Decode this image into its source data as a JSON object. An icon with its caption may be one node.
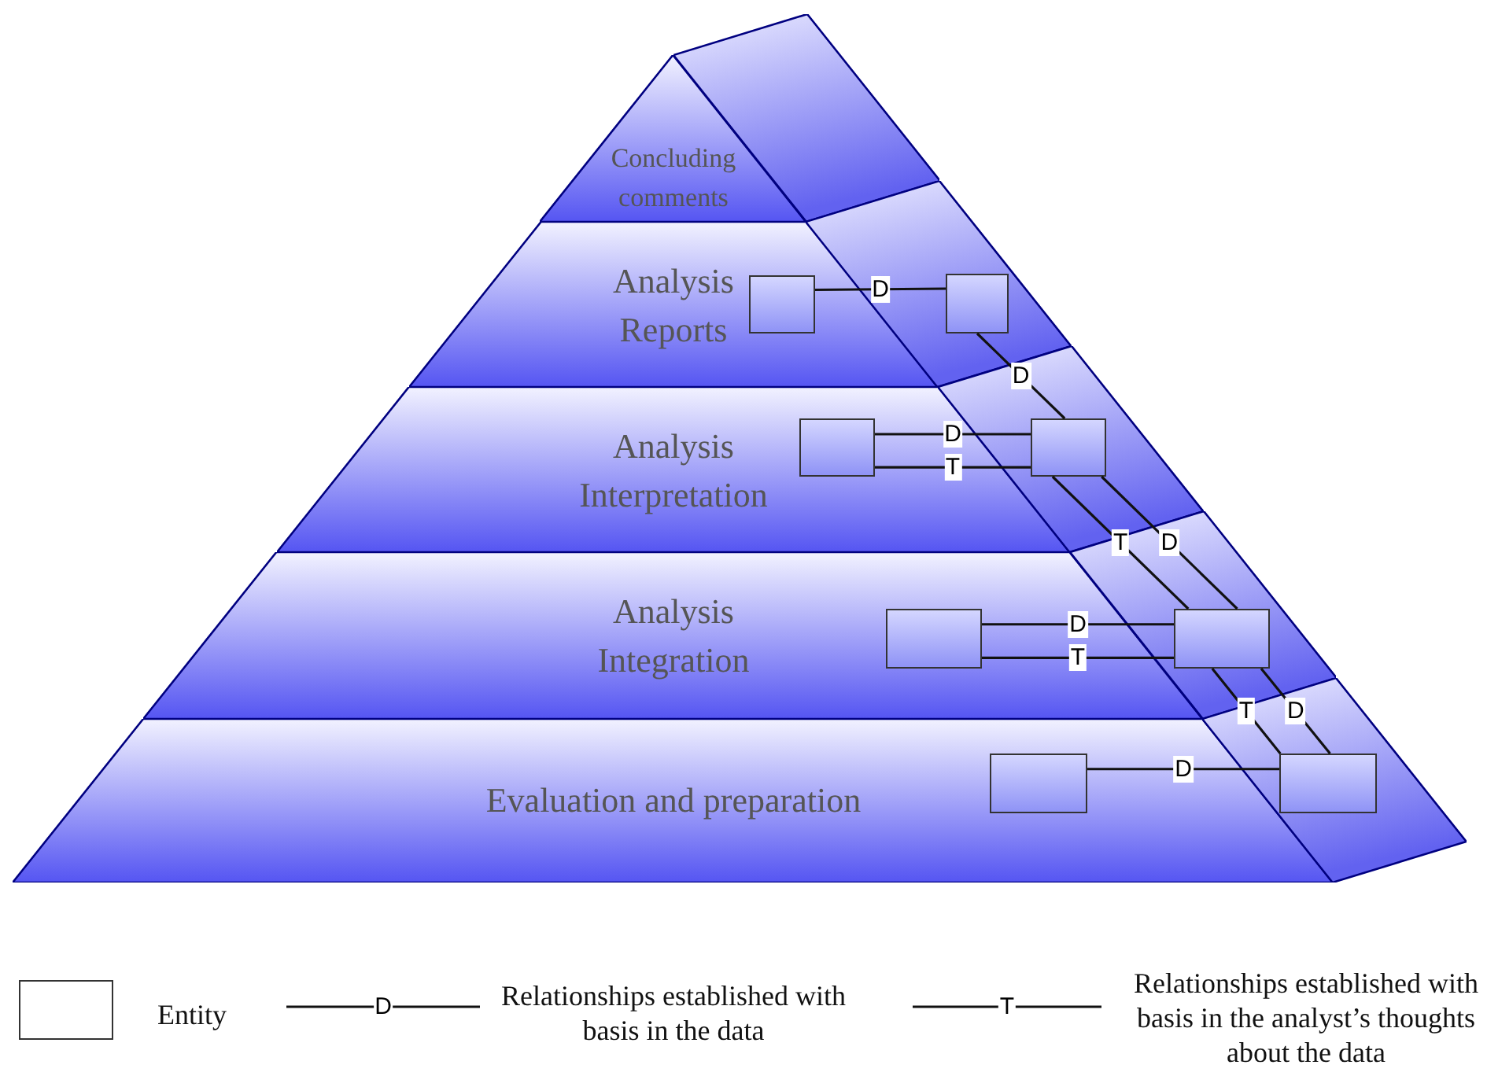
{
  "diagram": {
    "nodes": [
      {
        "text": [
          "Concluding comments"
        ]
      },
      {
        "text": [
          "Analysis Reports"
        ]
      },
      {
        "text": [
          "Analysis Interpretation"
        ]
      },
      {
        "text": [
          "Analysis Integration"
        ]
      },
      {
        "text": [
          "Evaluation and preparation"
        ]
      },
      {
        "text": [],
        "shape": "box",
        "in": 1
      },
      {
        "text": [],
        "shape": "box",
        "in": 14
      },
      {
        "text": [],
        "shape": "box",
        "in": 2
      },
      {
        "text": [],
        "shape": "box",
        "in": 15
      },
      {
        "text": [],
        "shape": "box",
        "in": 3
      },
      {
        "text": [],
        "shape": "box",
        "in": 16
      },
      {
        "text": [],
        "shape": "box",
        "in": 4
      },
      {
        "text": [],
        "shape": "box",
        "in": 17
      },
      {
        "text": [],
        "shape": "band"
      },
      {
        "text": [],
        "shape": "band"
      },
      {
        "text": [],
        "shape": "band"
      },
      {
        "text": [],
        "shape": "band"
      },
      {
        "text": [],
        "shape": "band"
      }
    ],
    "edges": [
      {
        "from": 5,
        "to": 6,
        "arrow": "none",
        "label": "D"
      },
      {
        "from": 6,
        "to": 8,
        "arrow": "none",
        "label": "D"
      },
      {
        "from": 7,
        "to": 8,
        "arrow": "none",
        "label": "D"
      },
      {
        "from": 7,
        "to": 8,
        "arrow": "none",
        "label": "T"
      },
      {
        "from": 8,
        "to": 10,
        "arrow": "none",
        "label": "T"
      },
      {
        "from": 8,
        "to": 10,
        "arrow": "none",
        "label": "D"
      },
      {
        "from": 9,
        "to": 10,
        "arrow": "none",
        "label": "D"
      },
      {
        "from": 9,
        "to": 10,
        "arrow": "none",
        "label": "T"
      },
      {
        "from": 10,
        "to": 12,
        "arrow": "none",
        "label": "T"
      },
      {
        "from": 10,
        "to": 12,
        "arrow": "none",
        "label": "D"
      },
      {
        "from": 11,
        "to": 12,
        "arrow": "none",
        "label": "D"
      }
    ],
    "labels": [
      "D",
      "T"
    ],
    "legend": [
      {
        "text": "Entity"
      },
      {
        "text": "Relationships established with basis in the data"
      },
      {
        "text": "Relationships established with basis in the analyst’s thoughts about the data"
      }
    ]
  }
}
